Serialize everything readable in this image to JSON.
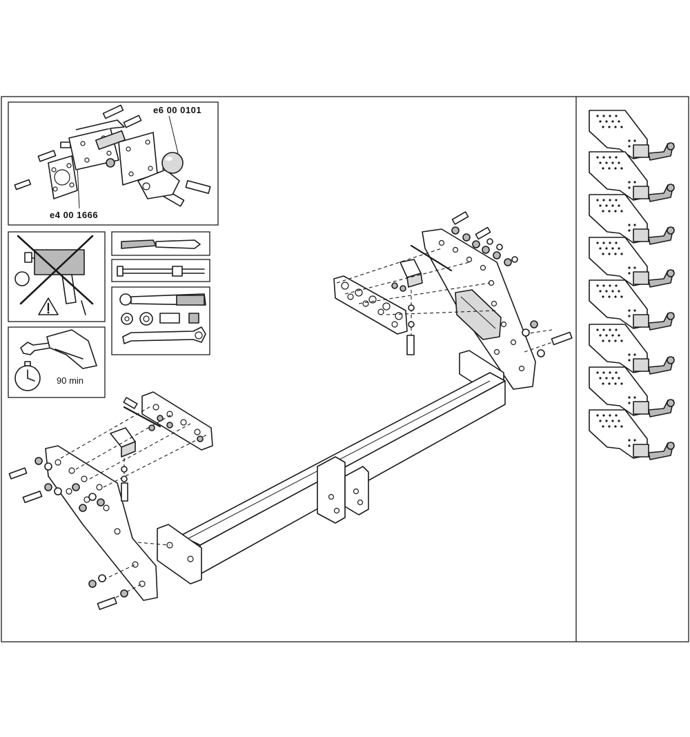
{
  "diagram": {
    "part_numbers": {
      "ball_part": "e6 00 0101",
      "body_part": "e4 00 1666"
    },
    "install_time": "90 min"
  }
}
